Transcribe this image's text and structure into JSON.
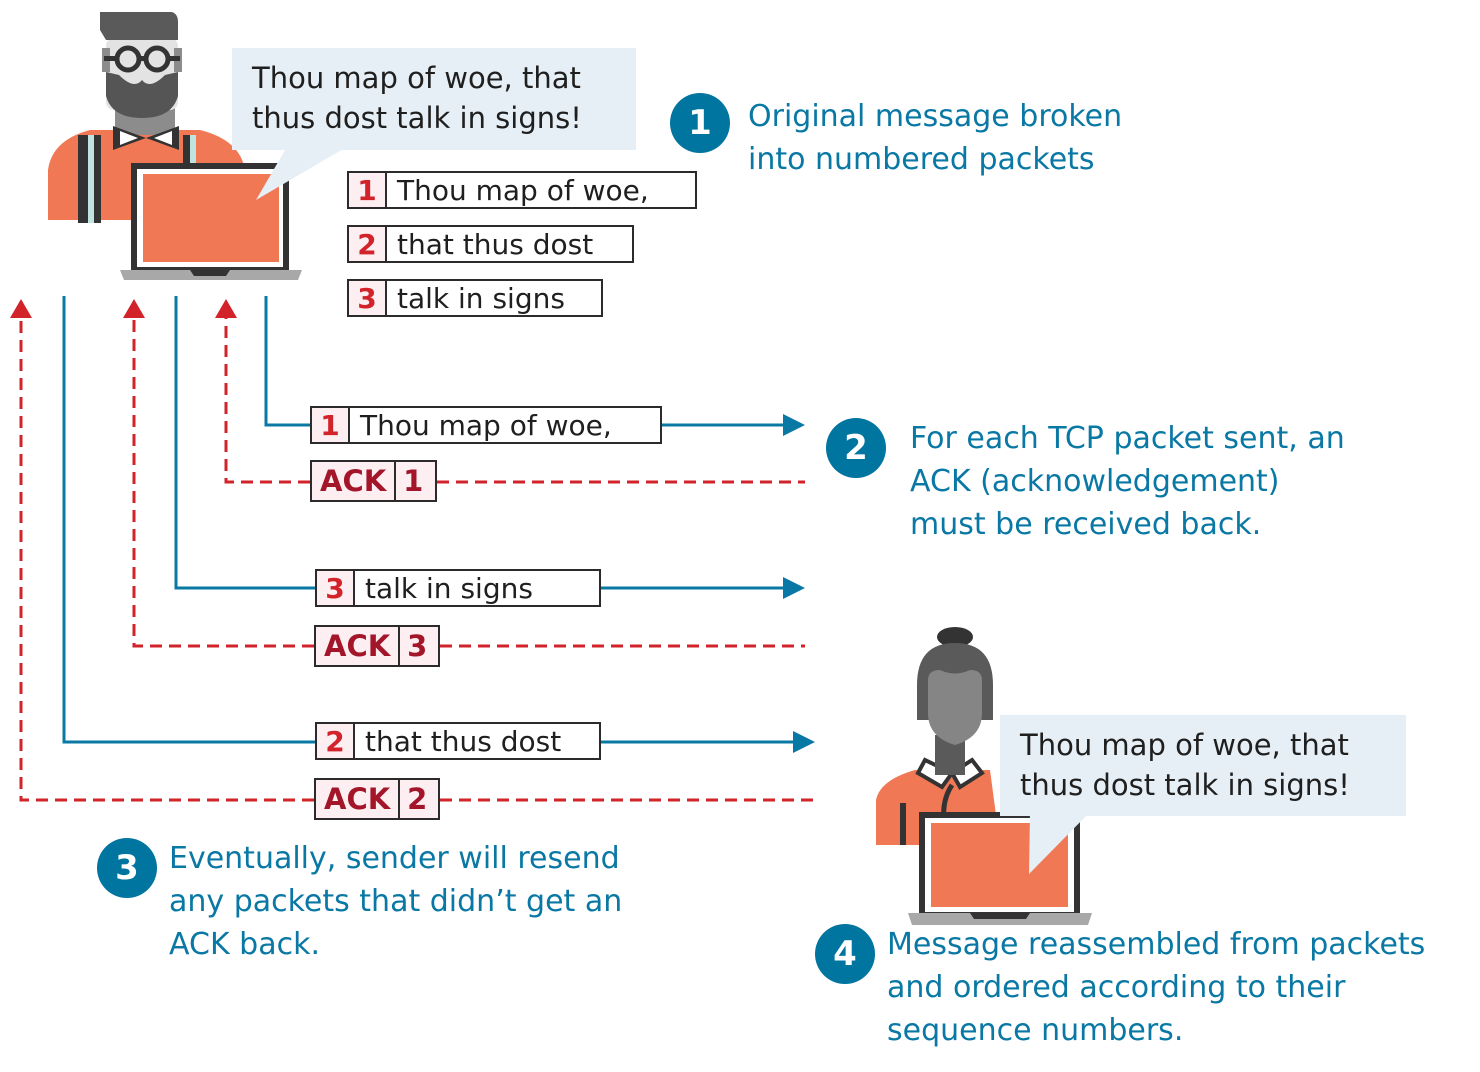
{
  "title": "TCP packet transmission with acknowledgements",
  "colors": {
    "step_badge": "#0075a0",
    "step_text": "#0a78a4",
    "send_line": "#0a78a4",
    "ack_line": "#d2232a",
    "ack_text": "#a3162a",
    "seq_text": "#d2232a",
    "bubble_bg": "#e6eff5",
    "shirt": "#f07855"
  },
  "sender": {
    "speech": "Thou map of woe, that thus dost talk in signs!",
    "speech_lines": [
      "Thou map of woe, that",
      "thus dost talk in signs!"
    ]
  },
  "receiver": {
    "speech_lines": [
      "Thou map of woe, that",
      "thus dost talk in signs!"
    ]
  },
  "original_packets": [
    {
      "seq": "1",
      "payload": "Thou map of woe,"
    },
    {
      "seq": "2",
      "payload": "that thus dost"
    },
    {
      "seq": "3",
      "payload": "talk in signs"
    }
  ],
  "transmissions": [
    {
      "seq": "1",
      "payload": "Thou map of woe,",
      "ack_label": "ACK",
      "ack_num": "1"
    },
    {
      "seq": "3",
      "payload": "talk in signs",
      "ack_label": "ACK",
      "ack_num": "3"
    },
    {
      "seq": "2",
      "payload": "that thus dost",
      "ack_label": "ACK",
      "ack_num": "2"
    }
  ],
  "steps": [
    {
      "num": "1",
      "lines": [
        "Original message broken",
        "into numbered packets"
      ]
    },
    {
      "num": "2",
      "lines": [
        "For each TCP packet sent, an",
        "ACK (acknowledgement)",
        "must be received back."
      ]
    },
    {
      "num": "3",
      "lines": [
        "Eventually, sender will resend",
        "any packets that didn’t get an",
        "ACK back."
      ]
    },
    {
      "num": "4",
      "lines": [
        "Message reassembled from packets",
        "and ordered according to their",
        "sequence numbers."
      ]
    }
  ]
}
